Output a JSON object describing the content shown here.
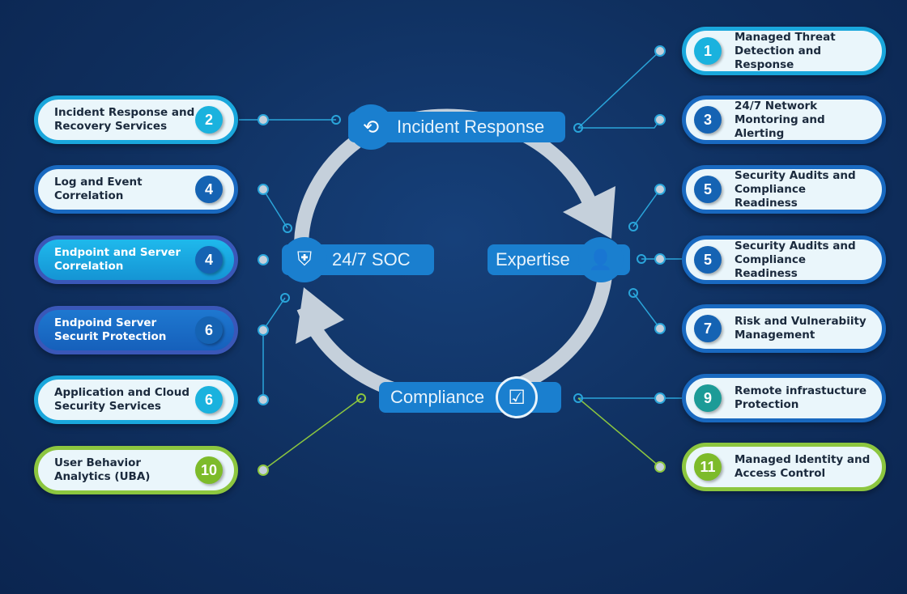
{
  "hubs": {
    "incident": "Incident Response",
    "soc": "24/7 SOC",
    "expertise": "Expertise",
    "compliance": "Compliance"
  },
  "left": [
    {
      "label": "Incident Response and Recovery Services",
      "num": "2",
      "style": "c-cyan",
      "badge": "b-cyan"
    },
    {
      "label": "Log and Event Correlation",
      "num": "4",
      "style": "c-blue",
      "badge": "b-blue"
    },
    {
      "label": "Endpoint and Server Correlation",
      "num": "4",
      "style": "c-fillcyan",
      "badge": "b-blue"
    },
    {
      "label": "Endpoind Server Securit Protection",
      "num": "6",
      "style": "c-fillblue",
      "badge": "b-blue"
    },
    {
      "label": "Application and Cloud Security Services",
      "num": "6",
      "style": "c-cyan",
      "badge": "b-cyan"
    },
    {
      "label": "User Behavior Analytics (UBA)",
      "num": "10",
      "style": "c-green",
      "badge": "b-green"
    }
  ],
  "right": [
    {
      "label": "Managed Threat Detection and Response",
      "num": "1",
      "style": "c-cyan",
      "badge": "b-cyan"
    },
    {
      "label": "24/7 Network Montoring and Alerting",
      "num": "3",
      "style": "c-blue",
      "badge": "b-blue"
    },
    {
      "label": "Security Audits and Compliance Readiness",
      "num": "5",
      "style": "c-blue",
      "badge": "b-blue"
    },
    {
      "label": "Security Audits and Compliance Readiness",
      "num": "5",
      "style": "c-blue",
      "badge": "b-blue"
    },
    {
      "label": "Risk and Vulnerabiity Management",
      "num": "7",
      "style": "c-blue",
      "badge": "b-blue"
    },
    {
      "label": "Remote infrastucture Protection",
      "num": "9",
      "style": "c-blue",
      "badge": "b-teal"
    },
    {
      "label": "Managed Identity and Access Control",
      "num": "11",
      "style": "c-green",
      "badge": "b-green"
    }
  ]
}
